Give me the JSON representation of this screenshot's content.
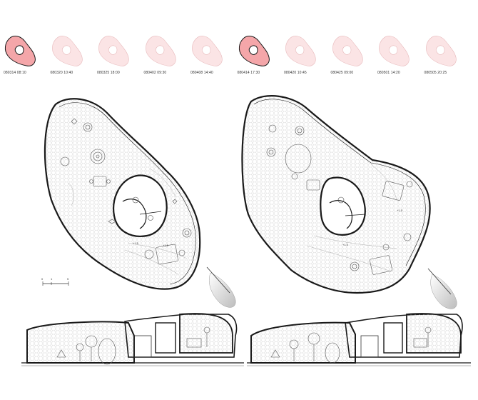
{
  "thumbnails": [
    {
      "label": "080314 08:10",
      "highlighted": true
    },
    {
      "label": "080320 10:40",
      "highlighted": false
    },
    {
      "label": "080325 18:00",
      "highlighted": false
    },
    {
      "label": "080402 09:30",
      "highlighted": false
    },
    {
      "label": "080408 14:40",
      "highlighted": false
    },
    {
      "label": "080414 17:30",
      "highlighted": true
    },
    {
      "label": "080420 10:45",
      "highlighted": false
    },
    {
      "label": "080425 09:00",
      "highlighted": false
    },
    {
      "label": "080501 14:20",
      "highlighted": false
    },
    {
      "label": "080505 20:25",
      "highlighted": false
    }
  ],
  "colors": {
    "highlight_fill": "#f4a6a9",
    "faded_fill": "#fbe4e5",
    "faded_stroke": "#e7b9bb",
    "line": "#1a1a1a",
    "hex_pattern": "#bdbdbd",
    "shadow": "#cfcfcf"
  },
  "plans": {
    "left": {
      "level_a": "+1.5",
      "level_b": "+1.5"
    },
    "right": {
      "level_a": "+1.5",
      "level_b": "+1.5"
    }
  },
  "scale_bar": {
    "ticks": [
      "0",
      "1",
      "5"
    ]
  }
}
